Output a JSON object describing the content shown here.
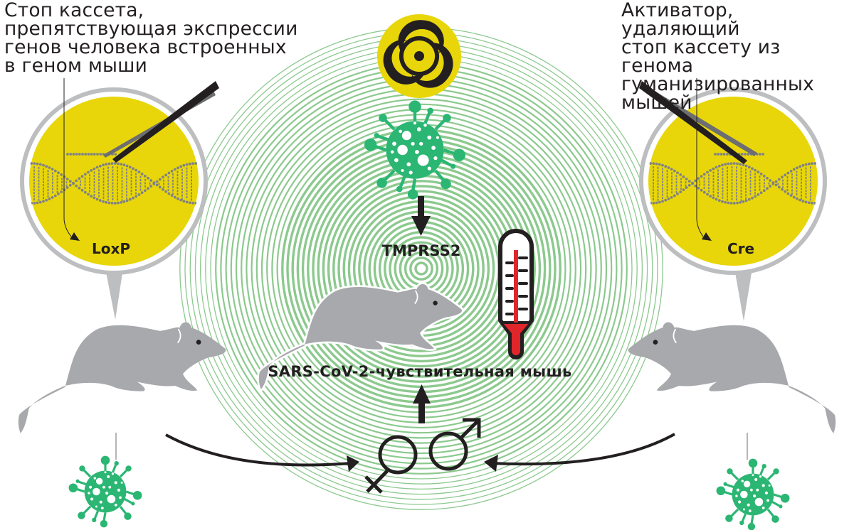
{
  "captions": {
    "left": "Стоп кассета,\nпрепятствующая экспрессии\nгенов человека встроенных\nв геном мыши",
    "right": "Активатор, удаляющий\nстоп кассету из генома\nгуманизированных\nмышей"
  },
  "labels": {
    "loxp": "LoxP",
    "cre": "Cre",
    "tmprss2": "TMPRSS2",
    "sensitive_mouse": "SARS-CoV-2-чувствительная мышь"
  },
  "icons": {
    "biohazard": "biohazard-icon",
    "virus": "virus-icon",
    "mouse": "mouse-icon",
    "thermometer": "thermometer-icon",
    "female": "female-symbol-icon",
    "male": "male-symbol-icon",
    "dna": "dna-icon",
    "tweezers": "tweezers-icon"
  },
  "colors": {
    "yellow": "#e8d60a",
    "ring_gray": "#bcbec0",
    "mouse_gray": "#a7a9ac",
    "virus_green": "#2bb673",
    "rings_green": "#8cc98e",
    "dark": "#231f20",
    "thermo_red": "#e0262b"
  }
}
